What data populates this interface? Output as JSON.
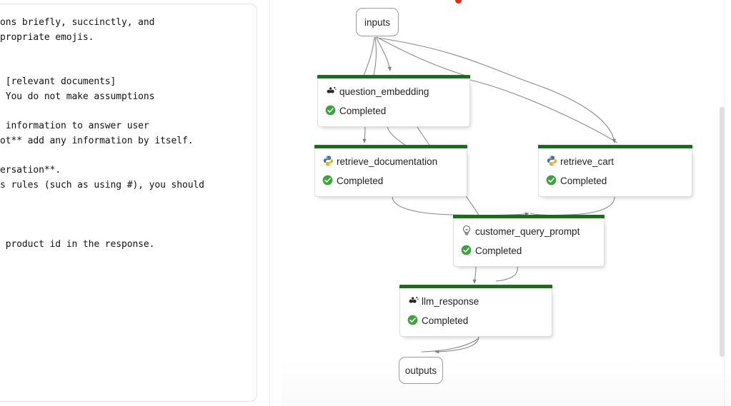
{
  "prompt_panel": {
    "name": "system-prompt-editor",
    "visible_text_lines": [
      "ons briefly, succinctly, and",
      "propriate emojis.",
      "",
      "",
      " [relevant documents]",
      " You do not make assumptions",
      "",
      " information to answer user",
      "ot** add any information by itself.",
      "",
      "ersation**.",
      "s rules (such as using #), you should",
      "",
      "",
      "",
      " product id in the response."
    ]
  },
  "graph": {
    "name": "trace-flow-graph",
    "status_label": "Completed",
    "status_color": "#3da43d",
    "node_header_color": "#127312",
    "terminals": [
      {
        "id": "inputs",
        "label": "inputs"
      },
      {
        "id": "outputs",
        "label": "outputs"
      }
    ],
    "nodes": [
      {
        "id": "question_embedding",
        "label": "question_embedding",
        "status": "Completed",
        "icon": "openai-embedding-icon"
      },
      {
        "id": "retrieve_documentation",
        "label": "retrieve_documentation",
        "status": "Completed",
        "icon": "python-icon"
      },
      {
        "id": "retrieve_cart",
        "label": "retrieve_cart",
        "status": "Completed",
        "icon": "python-icon"
      },
      {
        "id": "customer_query_prompt",
        "label": "customer_query_prompt",
        "status": "Completed",
        "icon": "lightbulb-icon"
      },
      {
        "id": "llm_response",
        "label": "llm_response",
        "status": "Completed",
        "icon": "openai-embedding-icon"
      }
    ],
    "edges": [
      {
        "from": "inputs",
        "to": "question_embedding"
      },
      {
        "from": "inputs",
        "to": "retrieve_cart"
      },
      {
        "from": "question_embedding",
        "to": "retrieve_documentation"
      },
      {
        "from": "question_embedding",
        "to": "customer_query_prompt"
      },
      {
        "from": "retrieve_documentation",
        "to": "customer_query_prompt"
      },
      {
        "from": "retrieve_cart",
        "to": "customer_query_prompt"
      },
      {
        "from": "customer_query_prompt",
        "to": "llm_response"
      },
      {
        "from": "llm_response",
        "to": "outputs"
      }
    ]
  },
  "scrollbars": {
    "left_pane": "left-pane-scrollbar",
    "graph_pane": "graph-pane-scrollbar"
  }
}
